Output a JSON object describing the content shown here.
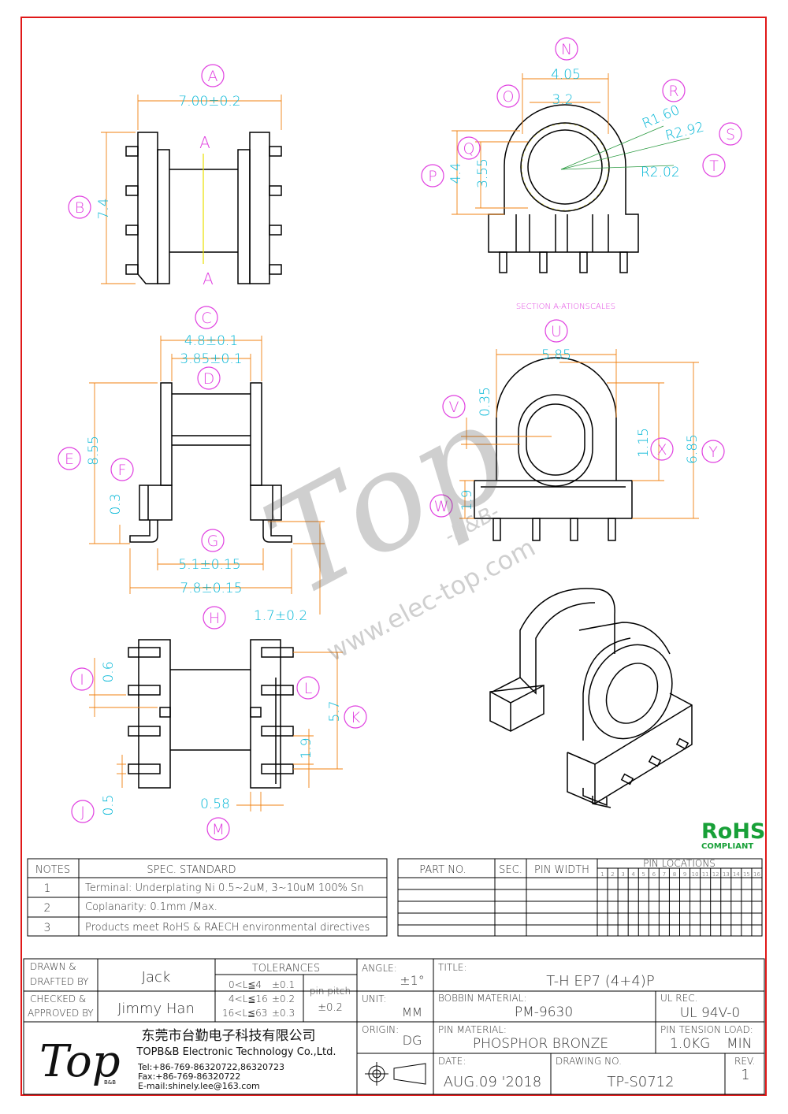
{
  "labels": {
    "A": "A",
    "B": "B",
    "C": "C",
    "D": "D",
    "E": "E",
    "F": "F",
    "G": "G",
    "H": "H",
    "I": "I",
    "J": "J",
    "K": "K",
    "L": "L",
    "M": "M",
    "N": "N",
    "O": "O",
    "P": "P",
    "Q": "Q",
    "R": "R",
    "S": "S",
    "T": "T",
    "U": "U",
    "V": "V",
    "W": "W",
    "X": "X",
    "Y": "Y"
  },
  "section_mark": "A",
  "section_caption": "SECTION A-ATIONSCALES",
  "dims": {
    "a": "7.00±0.2",
    "b": "7.4",
    "c": "4.8±0.1",
    "d": "3.85±0.1",
    "e": "8.55",
    "f": "0.3",
    "g1": "5.1±0.15",
    "g2": "7.8±0.15",
    "h": "1.7±0.2",
    "i": "0.6",
    "j": "0.5",
    "k": "5.7",
    "l": "1.9",
    "m": "0.58",
    "n": "4.05",
    "o": "3.2",
    "p": "4.4",
    "q": "3.55",
    "r": "R1.60",
    "s": "R2.92",
    "t": "R2.02",
    "u": "5.85",
    "v": "0.35",
    "w": "1.9",
    "x": "1.15",
    "y": "6.85"
  },
  "watermark": {
    "brand": "Top",
    "sub": "-B&B-",
    "url": "www.elec-top.com"
  },
  "rohs": {
    "title": "RoHS",
    "sub": "COMPLIANT"
  },
  "notes": {
    "header_notes": "NOTES",
    "header_spec": "SPEC. STANDARD",
    "rows": [
      {
        "n": "1",
        "text": "Terminal: Underplating Ni 0.5~2uM, 3~10uM 100% Sn"
      },
      {
        "n": "2",
        "text": "Coplanarity: 0.1mm /Max."
      },
      {
        "n": "3",
        "text": "Products meet RoHS & RAECH environmental directives"
      }
    ]
  },
  "parts": {
    "h_part": "PART NO.",
    "h_sec": "SEC.",
    "h_width": "PIN WIDTH",
    "h_loc": "PIN LOCATIONS",
    "pins": [
      "1",
      "2",
      "3",
      "4",
      "5",
      "6",
      "7",
      "8",
      "9",
      "10",
      "11",
      "12",
      "13",
      "14",
      "15",
      "16"
    ]
  },
  "title_block": {
    "drawn_l1": "DRAWN &",
    "drawn_l2": "DRAFTED BY",
    "drawn_by": "Jack",
    "checked_l1": "CHECKED &",
    "checked_l2": "APPROVED BY",
    "checked_by": "Jimmy Han",
    "tol_title": "TOLERANCES",
    "tol_rows": [
      {
        "range": "0<L≦4",
        "tol": "±0.1"
      },
      {
        "range": "4<L≦16",
        "tol": "±0.2"
      },
      {
        "range": "16<L≦63",
        "tol": "±0.3"
      }
    ],
    "pin_pitch_label": "pin pitch",
    "pin_pitch_tol": "±0.2",
    "angle_label": "ANGLE:",
    "angle": "±1°",
    "unit_label": "UNIT:",
    "unit": "MM",
    "origin_label": "ORIGIN:",
    "origin": "DG",
    "title_label": "TITLE:",
    "title": "T-H EP7 (4+4)P",
    "bobbin_label": "BOBBIN MATERIAL:",
    "bobbin": "PM-9630",
    "ul_label": "UL REC.",
    "ul": "UL 94V-0",
    "pin_mat_label": "PIN MATERIAL:",
    "pin_mat": "PHOSPHOR BRONZE",
    "tension_label": "PIN TENSION LOAD:",
    "tension": "1.0KG",
    "tension_unit": "MIN",
    "date_label": "DATE:",
    "date": "AUG.09 '2018",
    "drawing_label": "DRAWING NO.",
    "drawing_no": "TP-S0712",
    "rev_label": "REV.",
    "rev": "1",
    "company_cn": "东莞市台勤电子科技有限公司",
    "company_en": "TOPB&B Electronic Technology Co.,Ltd.",
    "tel": "Tel:+86-769-86320722,86320723",
    "fax": "Fax:+86-769-86320722",
    "email": "E-mail:shinely.lee@163.com",
    "logo": "Top",
    "logo_sub": "B&B"
  }
}
